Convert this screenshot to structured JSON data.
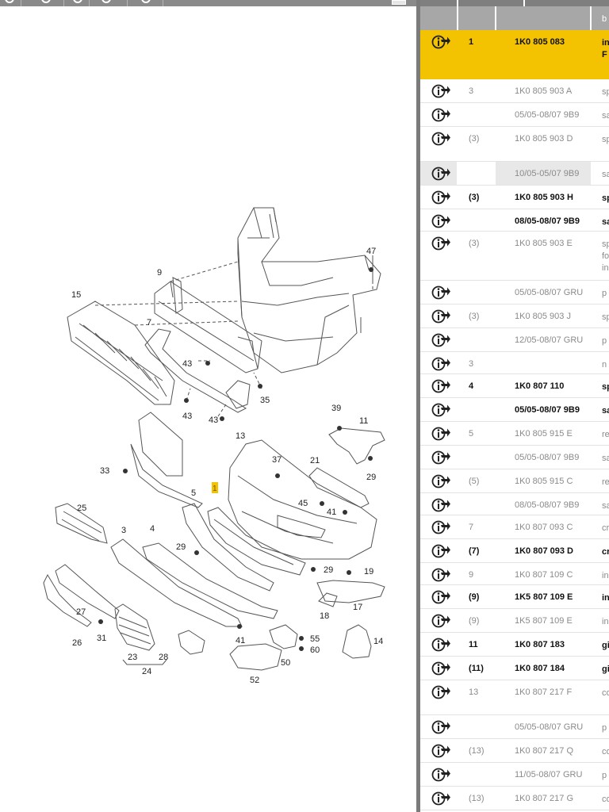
{
  "toolbar": {
    "icons": [
      "zoom-in-icon",
      "zoom-out-icon",
      "fit-icon",
      "zoom-reset-icon",
      "search-icon",
      "grid-icon"
    ]
  },
  "diagram": {
    "callouts": [
      "15",
      "9",
      "7",
      "43",
      "43",
      "43",
      "35",
      "47",
      "39",
      "11",
      "13",
      "33",
      "37",
      "21",
      "29",
      "45",
      "41",
      "5",
      "1",
      "25",
      "3",
      "4",
      "29",
      "19",
      "27",
      "29",
      "17",
      "18",
      "26",
      "31",
      "23",
      "28",
      "24",
      "41",
      "55",
      "60",
      "50",
      "14",
      "52"
    ]
  },
  "table": {
    "header_partial": "b",
    "rows": [
      {
        "pos": "1",
        "part": "1K0 805 083",
        "desc": "in",
        "desc2": "F",
        "style": "highlight",
        "h": 62
      },
      {
        "pos": "3",
        "part": "1K0 805 903 A",
        "desc": "sp",
        "style": "normal",
        "h": 30
      },
      {
        "pos": "",
        "part": "05/05-08/07 9B9",
        "desc": "sa",
        "style": "normal",
        "h": 30
      },
      {
        "pos": "(3)",
        "part": "1K0 805 903 D",
        "desc": "sp",
        "style": "normal",
        "h": 44
      },
      {
        "pos": "",
        "part": "10/05-05/07 9B9",
        "desc": "sa",
        "style": "shaded",
        "h": 30
      },
      {
        "pos": "(3)",
        "part": "1K0 805 903 H",
        "desc": "sp",
        "style": "bold",
        "h": 30
      },
      {
        "pos": "",
        "part": "08/05-08/07 9B9",
        "desc": "sa",
        "style": "bold",
        "h": 28
      },
      {
        "pos": "(3)",
        "part": "1K0 805 903 E",
        "desc": "sp",
        "desc2": "fo",
        "desc3": "in",
        "style": "normal",
        "h": 62
      },
      {
        "pos": "",
        "part": "05/05-08/07 GRU",
        "desc": "p",
        "style": "normal",
        "h": 30
      },
      {
        "pos": "(3)",
        "part": "1K0 805 903 J",
        "desc": "sp",
        "style": "normal",
        "h": 30
      },
      {
        "pos": "",
        "part": "12/05-08/07 GRU",
        "desc": "p",
        "style": "normal",
        "h": 30
      },
      {
        "pos": "3",
        "part": "",
        "desc": "n",
        "style": "normal",
        "h": 28
      },
      {
        "pos": "4",
        "part": "1K0 807 110",
        "desc": "sp",
        "style": "bold",
        "h": 30
      },
      {
        "pos": "",
        "part": "05/05-08/07 9B9",
        "desc": "sa",
        "style": "bold",
        "h": 30
      },
      {
        "pos": "5",
        "part": "1K0 805 915 E",
        "desc": "re",
        "style": "normal",
        "h": 30
      },
      {
        "pos": "",
        "part": "05/05-08/07 9B9",
        "desc": "sa",
        "style": "normal",
        "h": 30
      },
      {
        "pos": "(5)",
        "part": "1K0 805 915 C",
        "desc": "re",
        "style": "normal",
        "h": 30
      },
      {
        "pos": "",
        "part": "08/05-08/07 9B9",
        "desc": "sa",
        "style": "normal",
        "h": 28
      },
      {
        "pos": "7",
        "part": "1K0 807 093 C",
        "desc": "cr",
        "style": "normal",
        "h": 30
      },
      {
        "pos": "(7)",
        "part": "1K0 807 093 D",
        "desc": "cr",
        "style": "bold",
        "h": 30
      },
      {
        "pos": "9",
        "part": "1K0 807 109 C",
        "desc": "in",
        "style": "normal",
        "h": 28
      },
      {
        "pos": "(9)",
        "part": "1K5 807 109 E",
        "desc": "in",
        "style": "bold",
        "h": 30
      },
      {
        "pos": "(9)",
        "part": "1K5 807 109 E",
        "desc": "in",
        "style": "normal",
        "h": 30
      },
      {
        "pos": "11",
        "part": "1K0 807 183",
        "desc": "gi",
        "style": "bold",
        "h": 30
      },
      {
        "pos": "(11)",
        "part": "1K0 807 184",
        "desc": "gi",
        "style": "bold",
        "h": 30
      },
      {
        "pos": "13",
        "part": "1K0 807 217 F",
        "desc": "co",
        "style": "normal",
        "h": 44
      },
      {
        "pos": "",
        "part": "05/05-08/07 GRU",
        "desc": "p",
        "style": "normal",
        "h": 30
      },
      {
        "pos": "(13)",
        "part": "1K0 807 217 Q",
        "desc": "co",
        "style": "normal",
        "h": 30
      },
      {
        "pos": "",
        "part": "11/05-08/07 GRU",
        "desc": "p",
        "style": "normal",
        "h": 30
      },
      {
        "pos": "(13)",
        "part": "1K0 807 217 G",
        "desc": "co",
        "style": "normal",
        "h": 30
      }
    ]
  },
  "colors": {
    "highlight": "#f3c200",
    "header": "#a7a7a7",
    "divider": "#7b7b7b"
  }
}
